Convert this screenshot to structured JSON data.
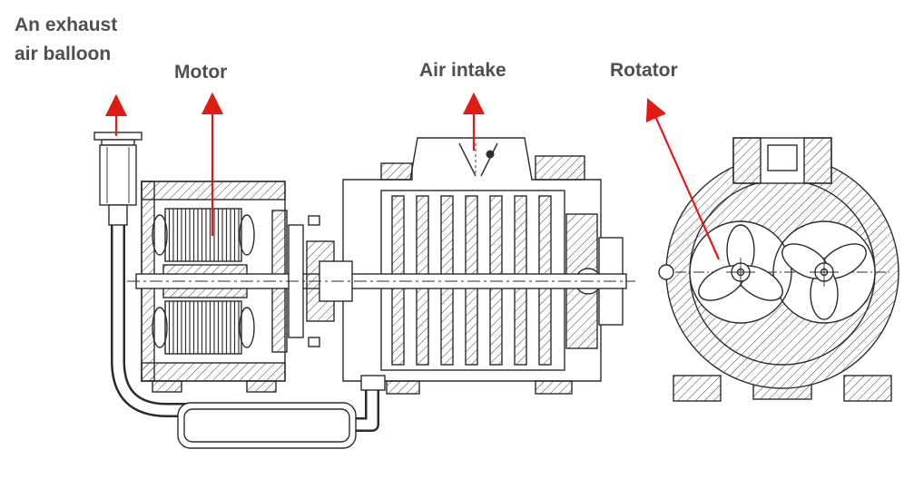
{
  "meta": {
    "background": "#ffffff",
    "label_color": "#4f4f4f",
    "arrow_color": "#e01b14",
    "line_color": "#2b2b2b"
  },
  "figure": {
    "labels": {
      "exhaust_balloon": "An exhaust air balloon",
      "motor": "Motor",
      "air_intake": "Air intake",
      "rotator": "Rotator"
    },
    "components": [
      "exhaust-air-balloon",
      "motor",
      "air-intake",
      "rotator-cross-section",
      "silencer-pipe",
      "blower-casing"
    ]
  }
}
